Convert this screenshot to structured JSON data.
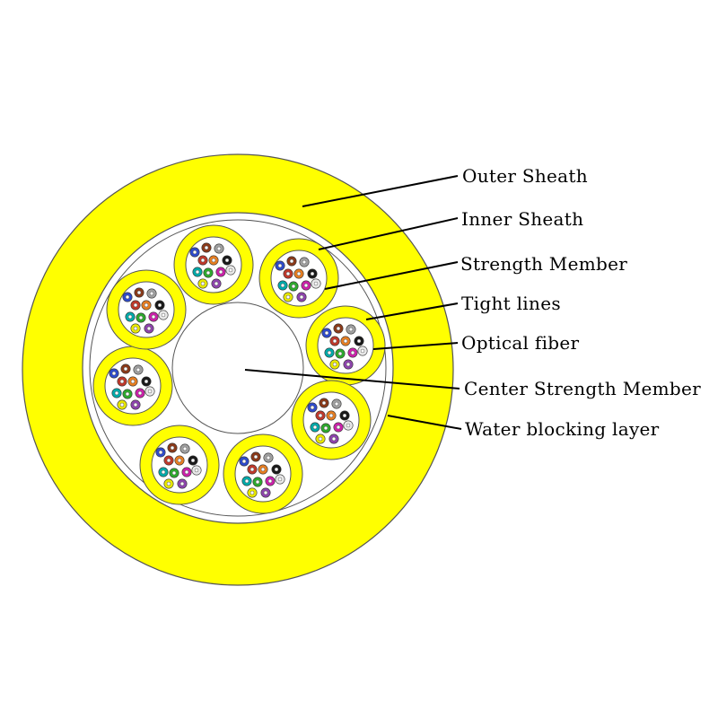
{
  "labels": {
    "outer_sheath": "Outer Sheath",
    "inner_sheath": "Inner Sheath",
    "strength_member": "Strength Member",
    "tight_lines": "Tight lines",
    "optical_fiber": "Optical fiber",
    "center_strength_member": "Center Strength Member",
    "water_blocking_layer": "Water blocking layer"
  },
  "colors": {
    "sheath_yellow": "#ffff00",
    "outline": "#555555",
    "fiber_colors": [
      "#2e4bcc",
      "#8b3a1a",
      "#a0a0a0",
      "#1a1a1a",
      "#e8e8e8",
      "#c0392b",
      "#e67e22",
      "#00aaaa",
      "#2eaa2e",
      "#cc22aa",
      "#e8e800",
      "#8e44ad"
    ]
  },
  "structure": {
    "unit_count": 8,
    "fibers_per_unit": 12
  }
}
